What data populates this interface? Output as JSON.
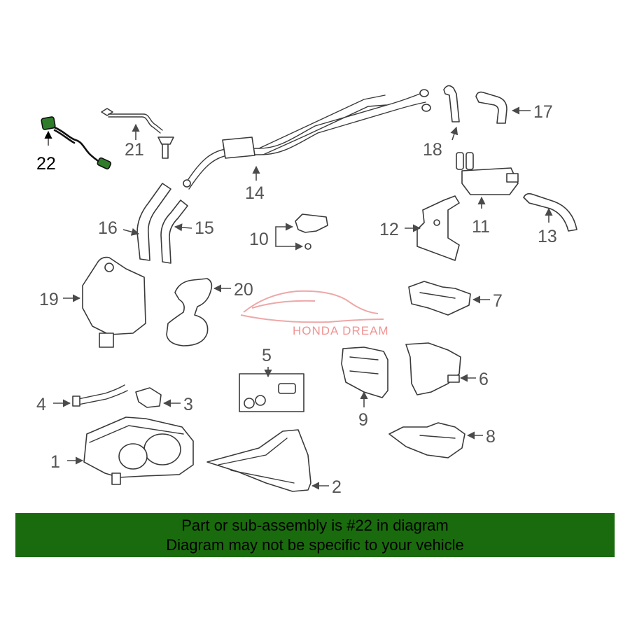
{
  "diagram": {
    "labels": [
      "1",
      "2",
      "3",
      "4",
      "5",
      "6",
      "7",
      "8",
      "9",
      "10",
      "11",
      "12",
      "13",
      "14",
      "15",
      "16",
      "17",
      "18",
      "19",
      "20",
      "21",
      "22"
    ],
    "highlighted_part": "22",
    "highlight_color": "#2f7d2a",
    "watermark": "HONDA DREAM"
  },
  "banner": {
    "line1": "Part or sub-assembly is #22 in diagram",
    "line2": "Diagram may not be specific to your vehicle",
    "background": "#1a6b0d"
  }
}
